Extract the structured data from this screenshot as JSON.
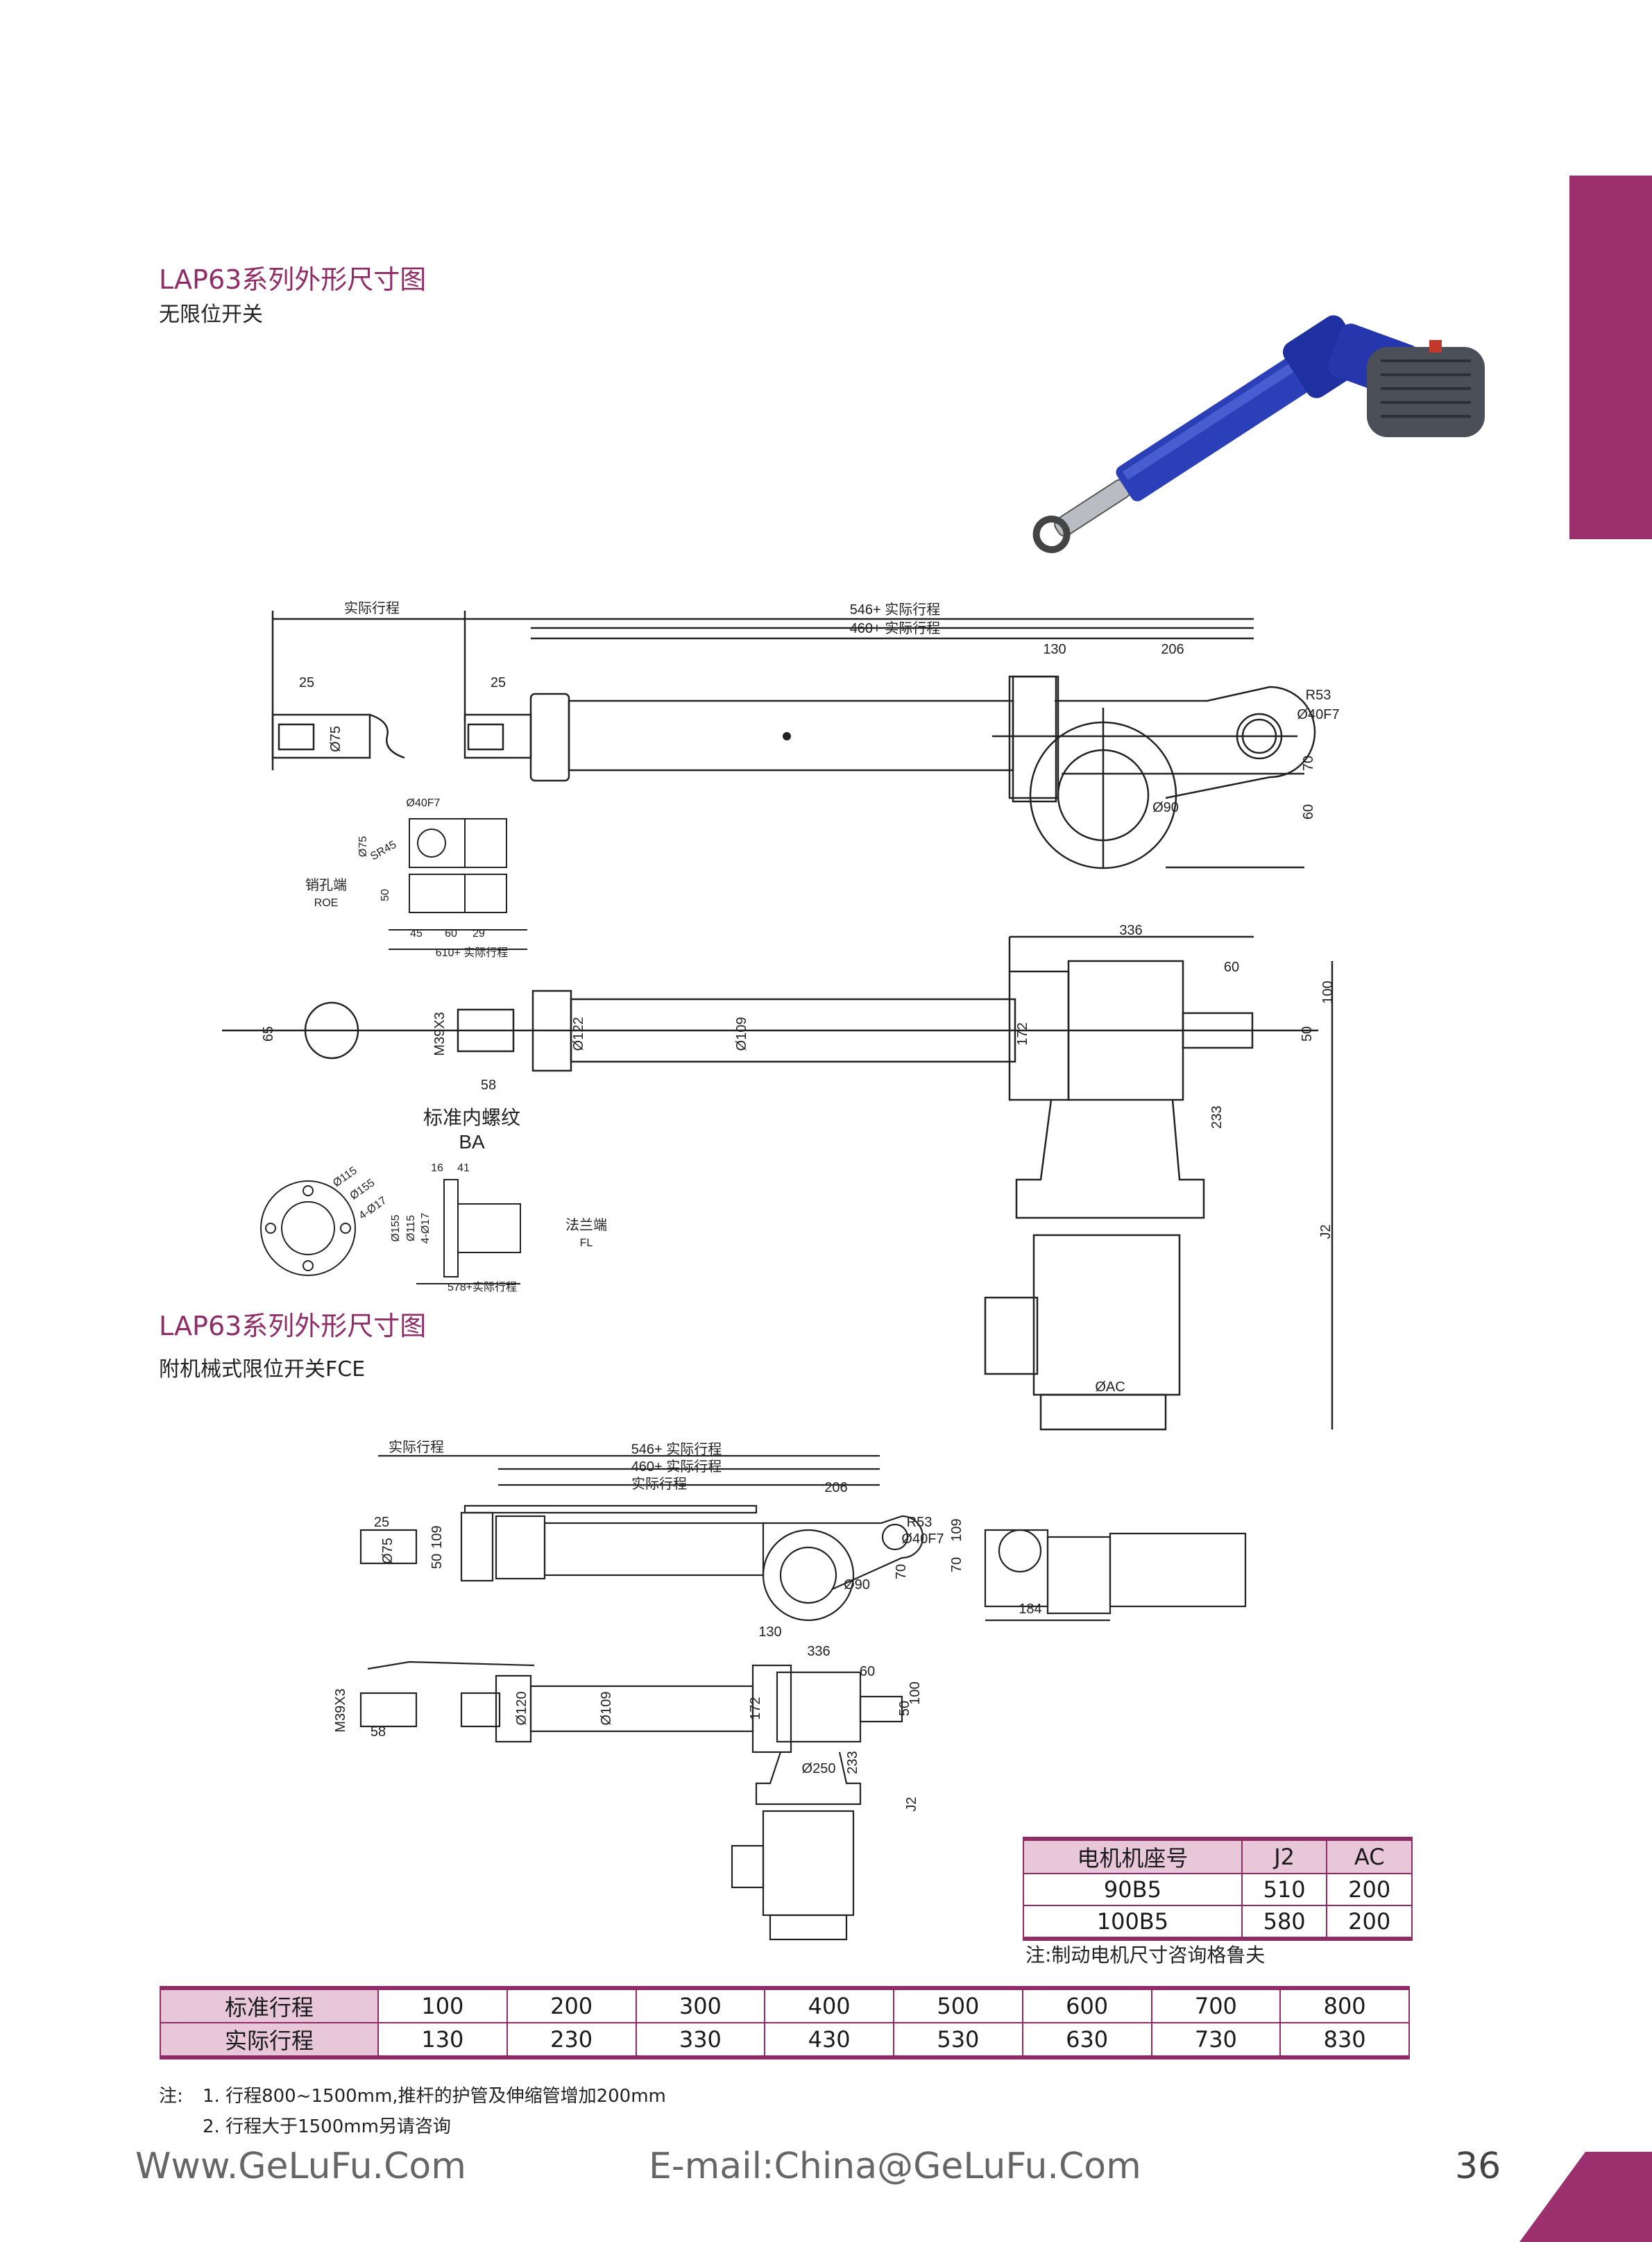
{
  "section1": {
    "title": "LAP63系列外形尺寸图",
    "subtitle": "无限位开关"
  },
  "section2": {
    "title": "LAP63系列外形尺寸图",
    "subtitle": "附机械式限位开关FCE"
  },
  "drawing1": {
    "stroke": "实际行程",
    "len546": "546+ 实际行程",
    "len460": "460+ 实际行程",
    "d25a": "25",
    "d25b": "25",
    "d130": "130",
    "d206": "206",
    "r53": "R53",
    "d40f7": "Ø40F7",
    "d75": "Ø75",
    "d70": "70",
    "d60": "60",
    "d90": "Ø90",
    "roe_label": "销孔端",
    "roe_code": "ROE",
    "roe_d40": "Ø40F7",
    "roe_d75": "Ø75",
    "roe_sr45": "SR45",
    "roe_50": "50",
    "roe_45": "45",
    "roe_60": "60",
    "roe_29": "29",
    "roe_len": "610+ 实际行程",
    "d336": "336",
    "d60b": "60",
    "d100": "100",
    "d50": "50",
    "d172": "172",
    "d233": "233",
    "j2": "J2",
    "dac": "ØAC",
    "d65": "65",
    "m39": "M39X3",
    "d122": "Ø122",
    "d109": "Ø109",
    "d58": "58",
    "ba_label": "标准内螺纹",
    "ba_code": "BA",
    "fl_115": "Ø115",
    "fl_155": "Ø155",
    "fl_4d17": "4-Ø17",
    "fl_16": "16",
    "fl_41": "41",
    "fl_155b": "Ø155",
    "fl_115b": "Ø115",
    "fl_4d17b": "4-Ø17",
    "fl_label": "法兰端",
    "fl_code": "FL",
    "fl_len": "578+实际行程"
  },
  "drawing2": {
    "stroke": "实际行程",
    "len546": "546+ 实际行程",
    "len460": "460+ 实际行程",
    "stroke2": "实际行程",
    "d25": "25",
    "d109": "109",
    "d50": "50",
    "d75": "Ø75",
    "d206": "206",
    "r53": "R53",
    "d40f7": "Ø40F7",
    "d90": "Ø90",
    "d70": "70",
    "d130": "130",
    "d109b": "109",
    "d70b": "70",
    "d184": "184",
    "m39": "M39X3",
    "d58": "58",
    "d120": "Ø120",
    "d109c": "Ø109",
    "d172": "172",
    "d336": "336",
    "d60": "60",
    "d100": "100",
    "d50b": "50",
    "d233": "233",
    "d250": "Ø250",
    "j2": "J2"
  },
  "motor_table": {
    "headers": [
      "电机机座号",
      "J2",
      "AC"
    ],
    "rows": [
      [
        "90B5",
        "510",
        "200"
      ],
      [
        "100B5",
        "580",
        "200"
      ]
    ],
    "note": "注:制动电机尺寸咨询格鲁夫"
  },
  "stroke_table": {
    "row1_label": "标准行程",
    "row1": [
      "100",
      "200",
      "300",
      "400",
      "500",
      "600",
      "700",
      "800"
    ],
    "row2_label": "实际行程",
    "row2": [
      "130",
      "230",
      "330",
      "430",
      "530",
      "630",
      "730",
      "830"
    ]
  },
  "notes": {
    "prefix": "注:",
    "line1": "1. 行程800~1500mm,推杆的护管及伸缩管增加200mm",
    "line2": "2. 行程大于1500mm另请咨询"
  },
  "footer": {
    "website": "Www.GeLuFu.Com",
    "email": "E-mail:China@GeLuFu.Com",
    "page": "36"
  },
  "colors": {
    "accent": "#9c2f6e",
    "header_fill": "#e8c7d8",
    "actuator_blue": "#2a3fb8"
  }
}
